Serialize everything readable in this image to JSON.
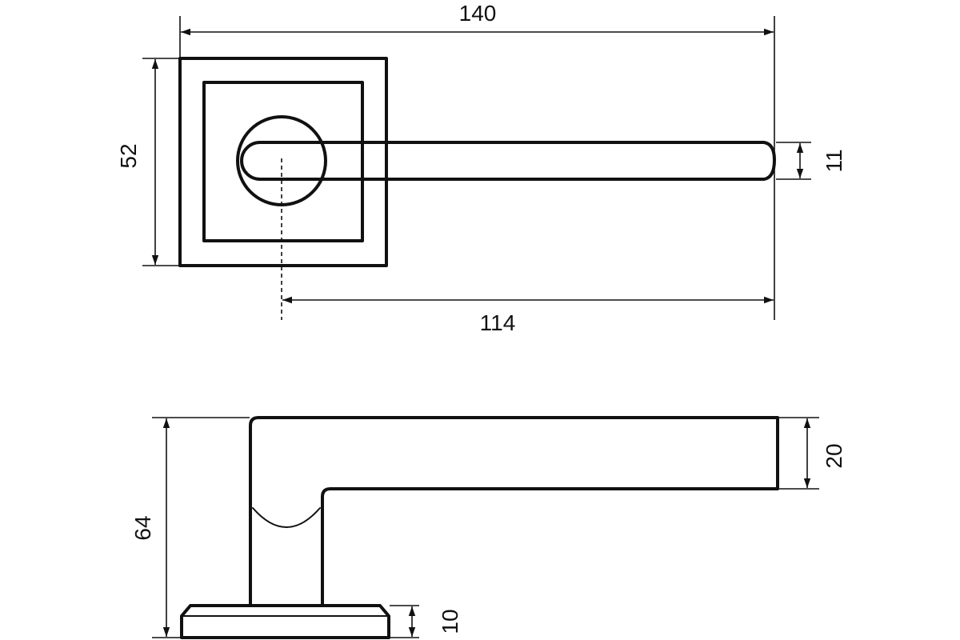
{
  "diagram": {
    "views": {
      "top_view": {
        "dimensions": {
          "overall_length": "140",
          "rose_height": "52",
          "lever_thickness": "11",
          "spindle_to_tip": "114"
        }
      },
      "side_view": {
        "dimensions": {
          "total_height": "64",
          "lever_height": "20",
          "rose_thickness": "10"
        }
      }
    }
  }
}
